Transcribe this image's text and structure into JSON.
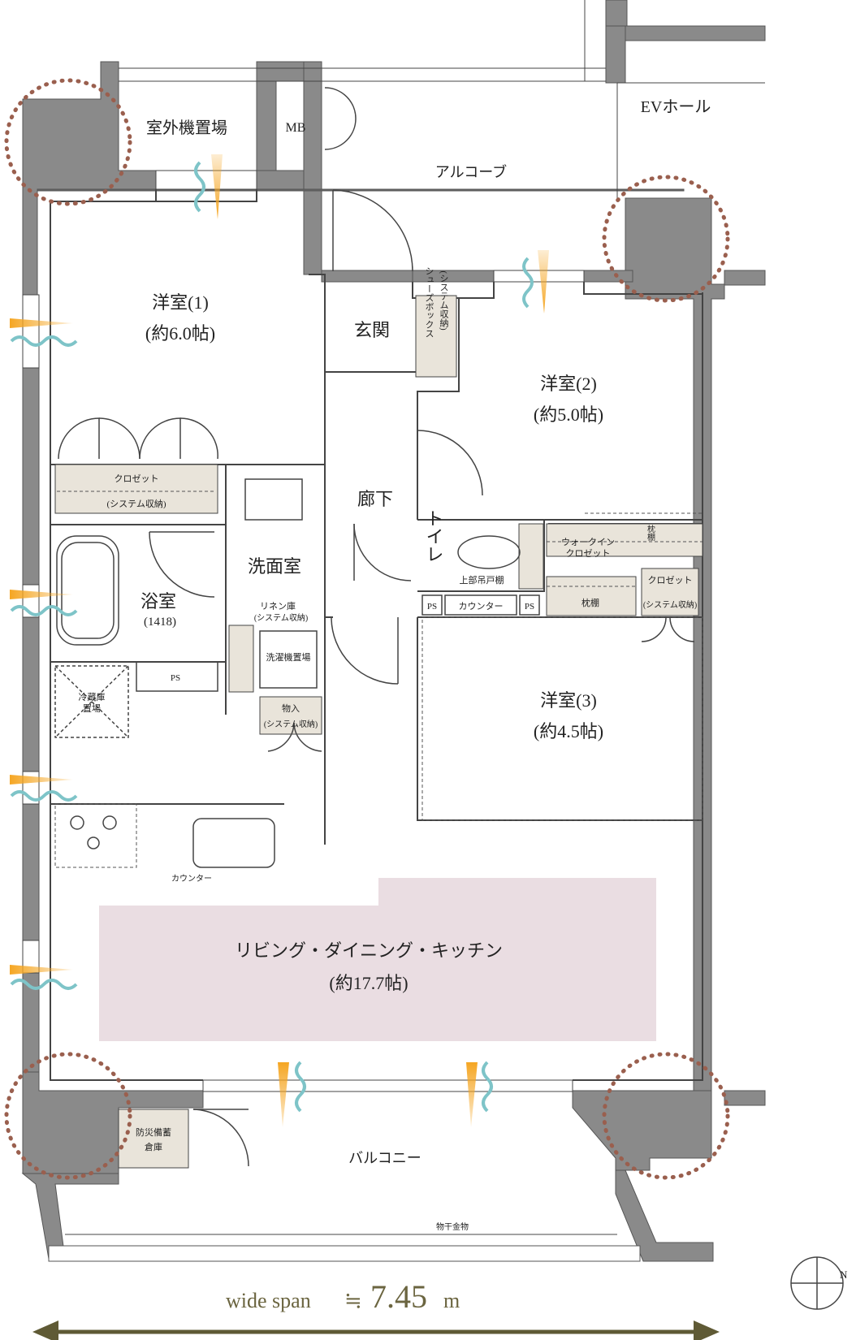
{
  "rooms": {
    "western1_name": "洋室(1)",
    "western1_size": "(約6.0帖)",
    "western2_name": "洋室(2)",
    "western2_size": "(約5.0帖)",
    "western3_name": "洋室(3)",
    "western3_size": "(約4.5帖)",
    "ldk_name": "リビング・ダイニング・キッチン",
    "ldk_size": "(約17.7帖)",
    "entrance": "玄関",
    "hallway": "廊下",
    "toilet": "トイレ",
    "washroom": "洗面室",
    "bath_name": "浴室",
    "bath_size": "(1418)",
    "alcove": "アルコーブ",
    "ev_hall": "EVホール",
    "outdoor_unit": "室外機置場",
    "mb": "MB",
    "balcony": "バルコニー"
  },
  "storage": {
    "closet1": "クロゼット",
    "closet1_sub": "(システム収納)",
    "shoe_box": "シューズボックス",
    "shoe_box_sub": "(システム収納)",
    "walk_in_1": "ウォークイン",
    "walk_in_2": "クロゼット",
    "pillow_shelf_v": "枕棚",
    "pillow_shelf": "枕棚",
    "closet3": "クロゼット",
    "closet3_sub": "(システム収納)",
    "linen_1": "リネン庫",
    "linen_2": "(システム収納)",
    "washer": "洗濯機置場",
    "storage_1": "物入",
    "storage_2": "(システム収納)",
    "fridge_1": "冷蔵庫",
    "fridge_2": "置場",
    "upper_cabinet": "上部吊戸棚",
    "counter_toilet": "カウンター",
    "counter_kitchen": "カウンター",
    "ps": "PS",
    "disaster_1": "防災備蓄",
    "disaster_2": "倉庫",
    "laundry_hardware": "物干金物"
  },
  "span": {
    "prefix": "wide span",
    "approx": "≒",
    "value": "7.45",
    "unit": "m"
  },
  "compass": {
    "north": "N"
  },
  "colors": {
    "wall": "#8a8a8a",
    "storage": "#e9e4da",
    "ldk_highlight": "#eadde2",
    "air_orange": "#f0a020",
    "air_teal": "#7ec4c8",
    "corner_dots": "#9a5f4e",
    "span_arrow": "#5f5a35"
  }
}
